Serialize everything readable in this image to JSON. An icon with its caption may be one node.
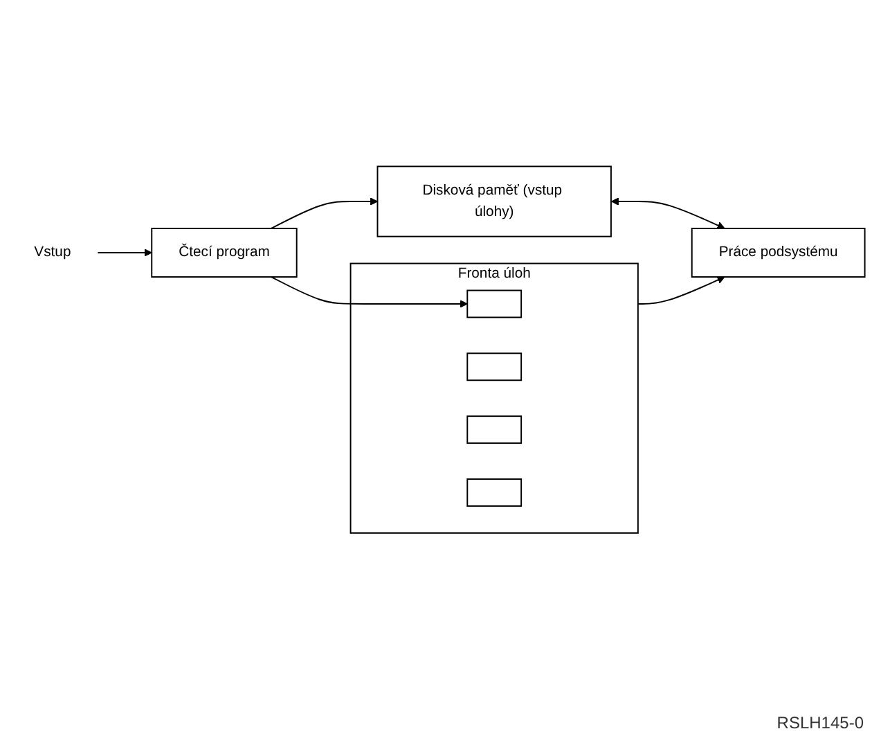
{
  "diagram": {
    "nodes": [
      {
        "text": [
          "Vstup"
        ]
      },
      {
        "text": [
          "Čtecí program"
        ]
      },
      {
        "text": [
          "Fronta úloh"
        ]
      },
      {
        "text": [],
        "shape": "box",
        "in": 2
      },
      {
        "text": [],
        "shape": "box",
        "in": 2
      },
      {
        "text": [],
        "shape": "box",
        "in": 2
      },
      {
        "text": [],
        "shape": "box",
        "in": 2
      },
      {
        "text": [
          "Disková paměť (vstup úlohy)"
        ]
      },
      {
        "text": [
          "Práce podsystému"
        ]
      }
    ],
    "edges": [
      {
        "from": 0,
        "to": 1,
        "arrow": "to"
      },
      {
        "from": 1,
        "to": 3,
        "arrow": "to"
      },
      {
        "from": 1,
        "to": 7,
        "arrow": "to"
      },
      {
        "from": 2,
        "to": 8,
        "arrow": "to"
      },
      {
        "from": 7,
        "to": 8,
        "arrow": "both"
      }
    ],
    "labels": [
      "RSLH145-0"
    ]
  }
}
